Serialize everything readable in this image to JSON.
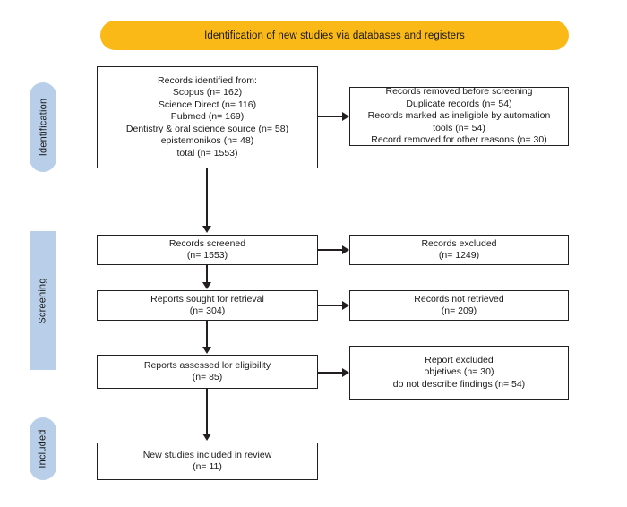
{
  "diagram": {
    "title": "Identification of new studies via databases and registers",
    "accent_color": "#fbb917",
    "stage_color": "#b9cfe9",
    "line_color": "#231f20",
    "stages": [
      {
        "id": "identification",
        "label": "Identification"
      },
      {
        "id": "screening",
        "label": "Screening"
      },
      {
        "id": "included",
        "label": "Included"
      }
    ],
    "boxes": {
      "identified": "Records identified from:\nScopus (n= 162)\nScience Direct (n= 116)\nPubmed (n= 169)\nDentistry & oral science source (n= 58)\nepistemonikos (n= 48)\ntotal (n= 1553)",
      "removed": "Records removed before screening\nDuplicate records (n= 54)\nRecords marked as ineligible by automation\ntools (n= 54)\nRecord removed for other reasons (n= 30)",
      "screened": "Records screened\n(n= 1553)",
      "excluded": "Records excluded\n(n= 1249)",
      "sought": "Reports sought for retrieval\n(n= 304)",
      "not_retrieved": "Records not retrieved\n(n= 209)",
      "assessed": "Reports assessed lor eligibility\n(n= 85)",
      "report_excluded": "Report excluded\nobjetives (n= 30)\ndo not describe findings (n= 54)",
      "included": "New studies included in review\n(n= 11)"
    }
  },
  "chart_data": {
    "type": "diagram",
    "title": "Identification of new studies via databases and registers",
    "nodes": [
      {
        "id": "identified",
        "stage": "Identification",
        "column": "left",
        "label": "Records identified from",
        "sources": [
          {
            "name": "Scopus",
            "n": 162
          },
          {
            "name": "Science Direct",
            "n": 116
          },
          {
            "name": "Pubmed",
            "n": 169
          },
          {
            "name": "Dentistry & oral science source",
            "n": 58
          },
          {
            "name": "epistemonikos",
            "n": 48
          }
        ],
        "total": 1553
      },
      {
        "id": "removed",
        "stage": "Identification",
        "column": "right",
        "label": "Records removed before screening",
        "items": [
          {
            "name": "Duplicate records",
            "n": 54
          },
          {
            "name": "Records marked as ineligible by automation tools",
            "n": 54
          },
          {
            "name": "Record removed for other reasons",
            "n": 30
          }
        ]
      },
      {
        "id": "screened",
        "stage": "Screening",
        "column": "left",
        "label": "Records screened",
        "n": 1553
      },
      {
        "id": "excluded",
        "stage": "Screening",
        "column": "right",
        "label": "Records excluded",
        "n": 1249
      },
      {
        "id": "sought",
        "stage": "Screening",
        "column": "left",
        "label": "Reports sought for retrieval",
        "n": 304
      },
      {
        "id": "not_retrieved",
        "stage": "Screening",
        "column": "right",
        "label": "Records not retrieved",
        "n": 209
      },
      {
        "id": "assessed",
        "stage": "Screening",
        "column": "left",
        "label": "Reports assessed lor eligibility",
        "n": 85
      },
      {
        "id": "report_excluded",
        "stage": "Screening",
        "column": "right",
        "label": "Report excluded",
        "items": [
          {
            "name": "objetives",
            "n": 30
          },
          {
            "name": "do not describe findings",
            "n": 54
          }
        ]
      },
      {
        "id": "included",
        "stage": "Included",
        "column": "left",
        "label": "New studies included in review",
        "n": 11
      }
    ],
    "edges": [
      {
        "from": "identified",
        "to": "removed",
        "direction": "right"
      },
      {
        "from": "identified",
        "to": "screened",
        "direction": "down"
      },
      {
        "from": "screened",
        "to": "excluded",
        "direction": "right"
      },
      {
        "from": "screened",
        "to": "sought",
        "direction": "down"
      },
      {
        "from": "sought",
        "to": "not_retrieved",
        "direction": "right"
      },
      {
        "from": "sought",
        "to": "assessed",
        "direction": "down"
      },
      {
        "from": "assessed",
        "to": "report_excluded",
        "direction": "right"
      },
      {
        "from": "assessed",
        "to": "included",
        "direction": "down"
      }
    ]
  }
}
